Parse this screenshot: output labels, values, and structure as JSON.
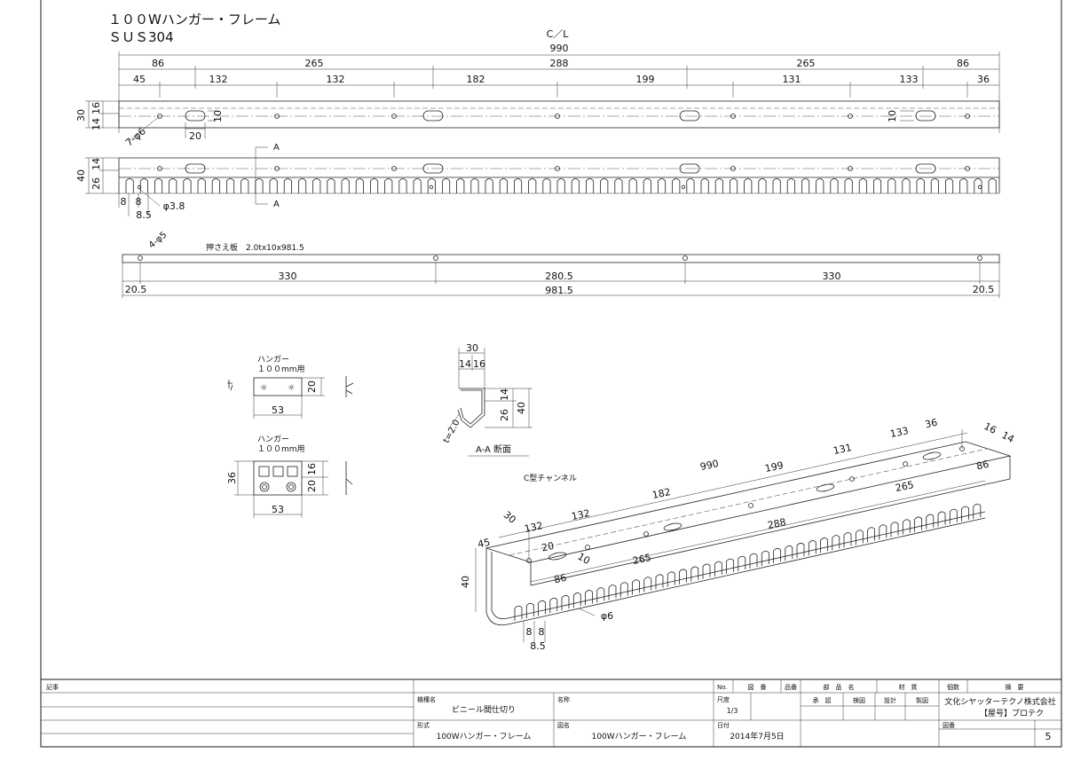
{
  "title": {
    "line1": "１００Wハンガー・フレーム",
    "line2": "ＳＵＳ304"
  },
  "top_view": {
    "center_mark": "C／L",
    "overall": "990",
    "row1": [
      "86",
      "265",
      "288",
      "265",
      "86"
    ],
    "row2": [
      "45",
      "132",
      "132",
      "182",
      "199",
      "131",
      "133",
      "36"
    ],
    "left_dims": [
      "30",
      "14",
      "16"
    ],
    "hole_note": "7-φ6",
    "slot_w": "20",
    "slot_h": "10",
    "slot_h_right": "10"
  },
  "front_view": {
    "left_dims": [
      "40",
      "26",
      "14"
    ],
    "section_mark": "A",
    "tooth_dims": [
      "8",
      "8",
      "8.5"
    ],
    "hole_dia": "φ3.8"
  },
  "pressure_plate": {
    "label": "押さえ板　2.0tx10x981.5",
    "hole_note": "4-φ5",
    "dims": [
      "20.5",
      "330",
      "280.5",
      "330",
      "20.5"
    ],
    "overall": "981.5"
  },
  "hanger1": {
    "title": "ハンガー",
    "subtitle": "１００mm用",
    "width": "53",
    "height": "20"
  },
  "hanger2": {
    "title": "ハンガー",
    "subtitle": "１００mm用",
    "width": "53",
    "height": "36",
    "right_dims": [
      "20",
      "16"
    ]
  },
  "section": {
    "top": "30",
    "top_split": [
      "14",
      "16"
    ],
    "right_dims": [
      "26",
      "14"
    ],
    "height": "40",
    "thickness": "t=2.0",
    "caption": "A-A 断面"
  },
  "iso_view": {
    "caption": "C型チャンネル",
    "labels": {
      "d990": "990",
      "d199": "199",
      "d131": "131",
      "d133": "133",
      "d36": "36",
      "d16": "16",
      "d14": "14",
      "d86r": "86",
      "d265r": "265",
      "d182": "182",
      "d288": "288",
      "d132a": "132",
      "d132b": "132",
      "d30": "30",
      "d45": "45",
      "d20": "20",
      "d10": "10",
      "d265": "265",
      "d86": "86",
      "d40": "40",
      "phi6": "φ6",
      "t8a": "8",
      "t8b": "8",
      "t85": "8.5"
    }
  },
  "title_block": {
    "notes_label": "記事",
    "kishu_label": "機種名",
    "kishu_value": "ビニール間仕切り",
    "meisho_label": "名称",
    "keishiki_label": "形式",
    "keishiki_value": "100Wハンガー・フレーム",
    "zumei_label": "図名",
    "zumei_value": "100Wハンガー・フレーム",
    "no_label": "No.",
    "zuban_label": "図　番",
    "hinban_label": "品番",
    "buhin_label": "部　品　名",
    "zaishitsu_label": "材　質",
    "kosu_label": "個数",
    "tekiyo_label": "摘　要",
    "shakudo_label": "尺度",
    "shakudo_value": "1/3",
    "hizuke_label": "日付",
    "hizuke_value": "2014年7月5日",
    "shonin_label": "承　認",
    "kenzu_label": "検図",
    "sekkei_label": "設計",
    "seizu_label": "製図",
    "company": "文化シヤッターテクノ株式会社",
    "trade_name": "【屋号】プロテク",
    "zuban2_label": "図番",
    "sheet_no": "5"
  }
}
